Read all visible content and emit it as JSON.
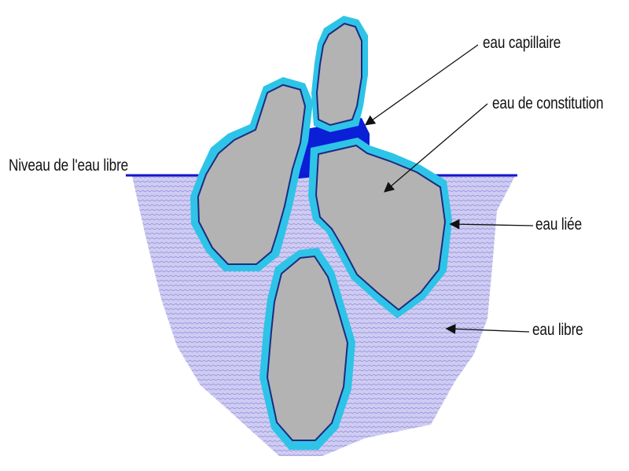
{
  "labels": {
    "water_level": "Niveau de l'eau libre",
    "capillary": "eau capillaire",
    "constitution": "eau de constitution",
    "bound": "eau liée",
    "free": "eau libre"
  },
  "colors": {
    "grain_fill": "#b3b3b3",
    "grain_outline": "#1f2a80",
    "bound_water": "#2ec4e8",
    "capillary_water": "#0a1fd6",
    "free_water": "#c4c2ee",
    "water_level_line": "#1515cc",
    "arrow": "#111111"
  }
}
